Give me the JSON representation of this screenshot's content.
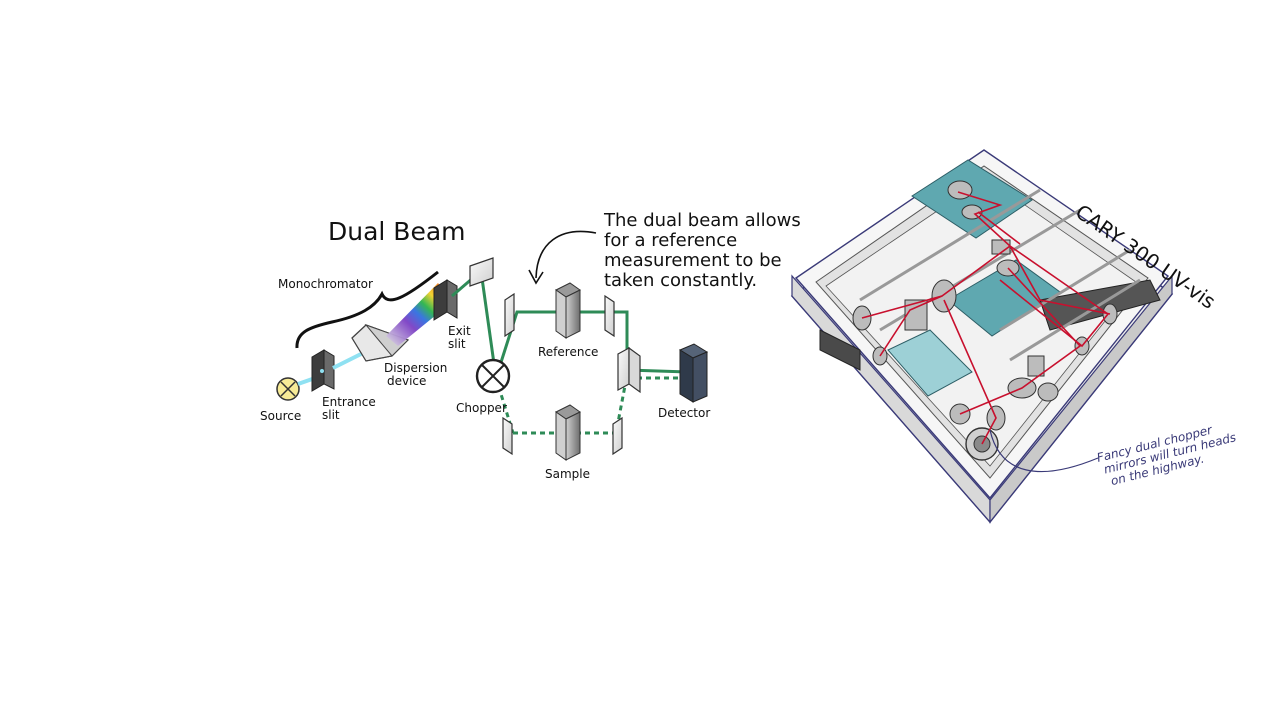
{
  "diagram": {
    "title": "Dual Beam",
    "labels": {
      "monochromator": "Monochromator",
      "source": "Source",
      "entrance_slit_1": "Entrance",
      "entrance_slit_2": "slit",
      "dispersion_1": "Dispersion",
      "dispersion_2": "device",
      "exit_slit_1": "Exit",
      "exit_slit_2": "slit",
      "chopper": "Chopper",
      "reference": "Reference",
      "sample": "Sample",
      "detector": "Detector"
    },
    "note_lines": [
      "The dual beam allows",
      "for a reference",
      "measurement to be",
      "taken constantly."
    ]
  },
  "instrument": {
    "title": "CARY 300 UV-vis",
    "caption_lines": [
      "Fancy dual chopper",
      "mirrors will turn heads",
      "on the highway."
    ]
  },
  "colors": {
    "beam_green": "#2e8b57",
    "laser_red": "#c8102e",
    "teal_panel": "#5fa8b0",
    "outline_purple": "#3a3a78"
  }
}
